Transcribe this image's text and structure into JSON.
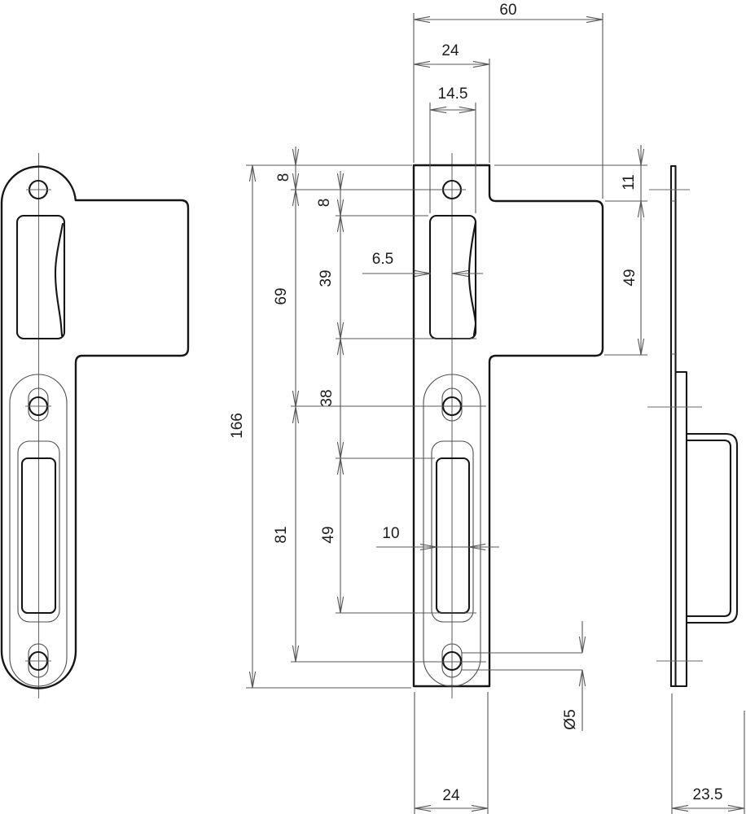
{
  "title": "Strike plate technical drawing",
  "views": {
    "left": "strike-plate-profile-view",
    "front": "strike-plate-front-view",
    "side": "strike-plate-side-view"
  },
  "dimensions": {
    "overall_width": "60",
    "strip_width_top": "24",
    "latch_cutout_width": "14.5",
    "hole_top_offset": "8",
    "latch_cutout_top_offset": "8",
    "latch_cutout_length": "39",
    "hole_spacing_upper": "69",
    "latch_lip_offset": "6.5",
    "overall_length": "166",
    "cutout_gap": "38",
    "flange_top_offset": "11",
    "flange_height": "49",
    "hole_spacing_lower": "81",
    "deadbolt_cutout_length": "49",
    "deadbolt_cutout_width": "10",
    "hole_diameter": "Ø5",
    "strip_width_bottom": "24",
    "side_depth": "23.5"
  }
}
